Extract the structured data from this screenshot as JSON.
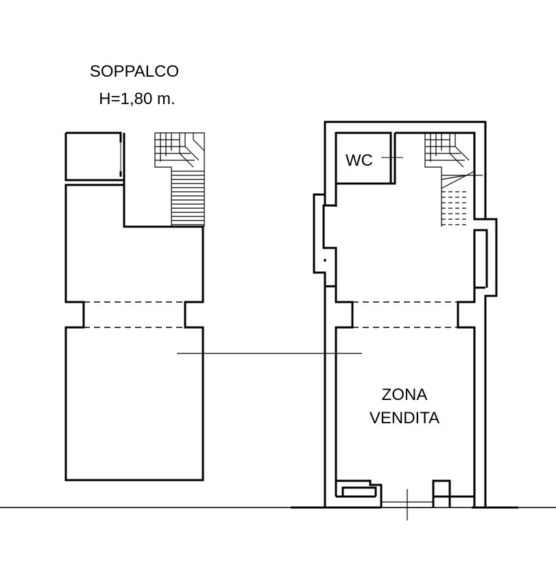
{
  "labels": {
    "mezzanine_title": "SOPPALCO",
    "mezzanine_height": "H=1,80 m.",
    "wc": "WC",
    "sales_line1": "ZONA",
    "sales_line2": "VENDITA"
  }
}
